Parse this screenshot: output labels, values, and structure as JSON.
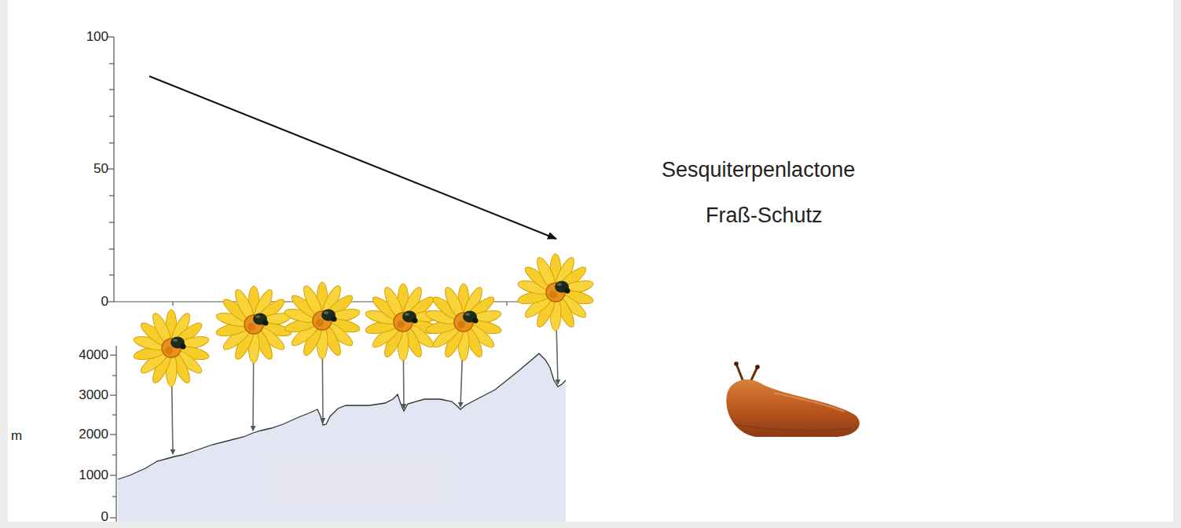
{
  "diagram": {
    "labels": [
      "100",
      "50",
      "0",
      "4000",
      "3000",
      "2000",
      "1000",
      "0",
      "m",
      "Sesquiterpenlactone",
      "Fraß-Schutz"
    ]
  }
}
